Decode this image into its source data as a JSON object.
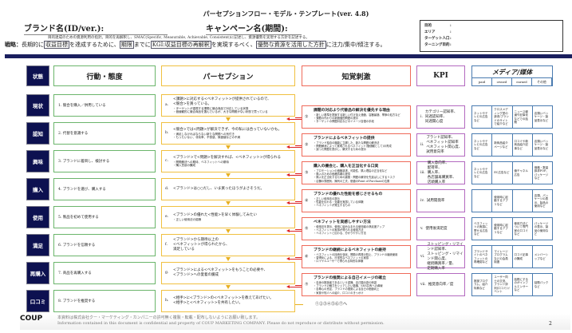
{
  "title": "パーセプションフロー・モデル・テンプレート(ver. 4.8)",
  "brand_label": "ブランド名(ID/ver.):",
  "campaign_label": "キャンペーン名(期間):",
  "strategy_note": "目的達成のための資源利用の指針。目的を再解釈し、SMAC(Specific, Measurable, Achievable, Consistent)に記述し、資源優勢を実現する方針を記述する。",
  "strategy": {
    "prefix": "戦略：",
    "t1": "長期的に",
    "b1": "収益目標",
    "t2": "を達成するために、",
    "b2": "期限",
    "t3": "までに",
    "b3": "KGI:収益目標の再解釈",
    "t4": "を実現するべく、",
    "b4": "優勢な資源を活用した方針",
    "t5": "に注力/集中/傾注する。"
  },
  "info": [
    {
      "k": "目的",
      "v": ":"
    },
    {
      "k": "エリア",
      "v": ":"
    },
    {
      "k": "ターゲット人口",
      "v": ":"
    },
    {
      "k": "ターニング目的",
      "v": ":"
    }
  ],
  "headers": {
    "state": "状態",
    "action": "行動・態度",
    "perception": "パーセプション",
    "stimulus": "知覚刺激",
    "kpi": "KPI",
    "media": "メディア/媒体",
    "media_sub": [
      "paid",
      "owned",
      "earned",
      "その他"
    ]
  },
  "rows": [
    {
      "state": "現状",
      "action": "1. 競合を購入／併用している",
      "n": "a.",
      "per": [
        "<課題>に対応する<ベネフィット>が提供されているので、",
        "<競合>を買っている。"
      ],
      "per_sub": [
        "・ターゲットが重視する課題に競合商品で対応している状態",
        "・価値観的に競合商品を選んでいるが、大きな問題がない状態で買っている"
      ]
    },
    {
      "state": "認知",
      "action": "2. 代替を意識する",
      "n": "b.",
      "per": [
        "<競合>では<問題>が解決できず、今の私には合っていないかも。"
      ],
      "per_sub": [
        "・満足しなければならない新たな問題への気付き",
        "・もったいない、非効率、不快感、無価値などの不満"
      ]
    },
    {
      "state": "興味",
      "action": "3. ブランドに着目し、検討する",
      "n": "c.",
      "per": [
        "<ブランド>で<問題>を解決すれば、<ベネフィット>が得られる"
      ],
      "per_sub": [
        "・問題解決への期待、ベネフィットへの期待",
        "・購入意欲の醸成"
      ]
    },
    {
      "state": "購入",
      "action": "4. ブランドを選び、購入する",
      "n": "d.",
      "per": [
        "<ブランド>は○○だし、いま買ったほうがよさそうだ。"
      ],
      "per_sub": []
    },
    {
      "state": "使用",
      "action": "5. 製品を初めて使用する",
      "n": "e.",
      "per": [
        "<ブランド>の優れた<性能>を早く体験してみたい"
      ],
      "per_sub": [
        "・正しい使用法の認識"
      ]
    },
    {
      "state": "満足",
      "action": "6. ブランドを信頼する",
      "n": "f.",
      "per": [
        "<ブランド>から期待以上の",
        "<ベネフィット>が得られたから、",
        "満足している"
      ],
      "per_sub": []
    },
    {
      "state": "再購入",
      "action": "7. 商品を再購入する",
      "n": "g.",
      "per": [
        "<ブランド>による<ベネフィット>をもうことの必要や、",
        "<ブランド>への愛着の醸成"
      ],
      "per_sub": []
    },
    {
      "state": "口コミ",
      "action": "8. ブランドを推奨する",
      "n": "h.",
      "per": [
        "<相手>に<ブランド>の<ベネフィット>を教えてあげたい。",
        "<相手>と<ベネフィット>を共有したい。"
      ],
      "per_sub": []
    }
  ],
  "stimuli": [
    {
      "n": "①",
      "h": "課題の対応より代替品の解決を優先する理由",
      "s": [
        "・新しい基準を提案する新しい付け加え価値、容器最適、季節の処方など",
        "・課題の代わりの新価値的問題の提示",
        "・ターゲットの問題対応などのイメージ自慢の手段"
      ],
      "kpi": [
        "カテゴリー認知率、",
        "同週認知率、",
        "同週関心度"
      ],
      "kn": "i.",
      "media": [
        "ネットやテレビの広告など",
        "クロスメディング型の訴求/ブランドのサイトで紹介など",
        "ニュース報道や記事化などでの話題",
        "店頭いバッケージ・製品表示など"
      ]
    },
    {
      "n": "②",
      "h": "ブランドによるベネフィットの提供",
      "s": [
        "・ブランド独自の機能に立脚した、新たな問題の解決法",
        "・問題解消によって実現されるベネフィット(価値観として)の育成",
        "・誤った問題を提示し、解決するための提示"
      ],
      "kpi": [
        "ブランド認知率、",
        "ベネフィット認知率",
        "ベネフィット関心度、",
        "試用意向率"
      ],
      "kn": "ii.",
      "media": [
        "ネットやテレビの広告など",
        "新商品紹介ページなど",
        "口コミや新商品紹介記事など",
        "店頭いバッケージ・製品表示など"
      ]
    },
    {
      "n": "③",
      "h": "購入の機会と、購入を正当化する口実",
      "s": [
        "・プロモーションの価格訴求、可能性、購入理由の正当化など",
        "・購入のための価格情報の提供",
        "・購入を正当化するための論拠・問題の解決を先延ばしにするリスク",
        "・店舗の雰囲気、陳列の工夫、価値のPoint of Purchaseの位置"
      ],
      "kpi": [
        "購入意向率、",
        "配荷率、",
        "購入率、",
        "各店舗再購買率、",
        "店頭購入率"
      ],
      "kn": "iii.",
      "media": [
        "ネットやテレビの広告など",
        "EC広告など",
        "値チャネル広告",
        "価格・数量訴求POP、パッケージなど"
      ]
    },
    {
      "n": "④",
      "h": "ブランドの優れた性能を感じさせるもの",
      "s": [
        "・正しい使用法の提示",
        "・性能を伝わる・効果を実感している体験",
        "・ベネフィットが発生するもの"
      ],
      "kpi": [
        "試用開発率"
      ],
      "kn": "iv.",
      "media": [
        "",
        "使用時に起動するアプリなど",
        "",
        "店頭、パッケージの表示、製品の使用など"
      ]
    },
    {
      "n": "⑤",
      "h": "ベネフィットを実感しやすい方法",
      "s": [
        "・使用法を提示、使用に組み込まれる使用者の満足度アップ",
        "・ベネフィットの実感が得られる使用方法",
        "・ベネフィットと伝わる、分かりやすい方法"
      ],
      "kpi": [
        "使用後満足度"
      ],
      "kn": "v.",
      "media": [
        "ベネフィットの実感に寄せる広告など",
        "使用時に起動するアプリなど",
        "使用方法について専門家の口コミなど",
        "パッケージの表示、製品の使用など"
      ]
    },
    {
      "n": "⑥",
      "h": "ブランドの継続によるベネフィットの維持",
      "s": [
        "・ベネフィットの持続を強化、問題の再発の防止、ブランドの継続使用",
        "・習慣化による、日常的なベネフィットの実感",
        "・ロイヤルユーザーで得られる特別な体験"
      ],
      "kpi": [
        "ストッピング・リマインド認知率、",
        "ストッピング・リマインド関心度、",
        "継続購買率／量、",
        "定期購入率"
      ],
      "kn": "vi.",
      "media": [
        "ブランドサイトのベネフィットの再確認など",
        "マイレージプログラムなどの会員制度",
        "口コミ記事の醸成",
        "メンバーシップなど"
      ]
    },
    {
      "n": "⑦",
      "h": "ブランドの推奨による自己イメージの確立",
      "s": [
        "・自身の推奨者であるという認識、自己顕示欲の刺激",
        "・ブランドの魅力をシェアしたい動機、SNS共有への導線",
        "・自尊心の充足、ブランドの推奨による自己の価値向上",
        "・家族や知人への紹介、口コミのきっかけ"
      ],
      "kpi": [
        "推奨意向率／度"
      ],
      "kn": "vii.",
      "media": [
        "推奨プログラム、紹介特典など",
        "ユーザー同士の交流、ブランド評判(口コミ)イベント",
        "話題にするのがインフルエンサーなど",
        "話題パックなど"
      ]
    }
  ],
  "loop_text": "①②③④⑤⑥⑦へ",
  "footer": {
    "logo": "COUP",
    "jp": "本資料は株式会社クー・マーケティング・カンパニーの許可無く複製・転載・配布しないようにお願い致します。",
    "en": "Information contained in this document is confidential and property of COUP MARKETING COMPANY.  Please do not reproduce or distribute without permission.",
    "page": "2"
  }
}
